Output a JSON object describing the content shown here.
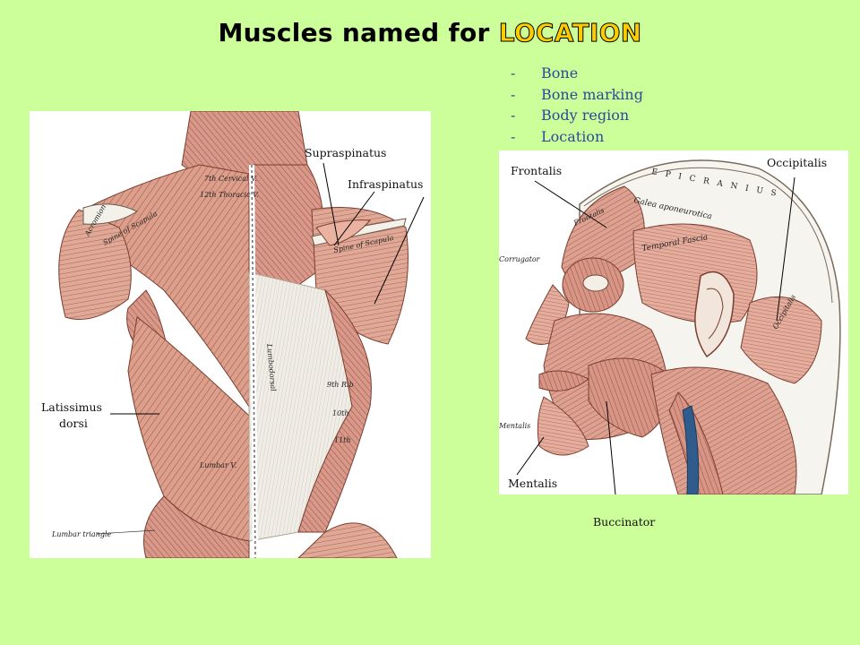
{
  "title": {
    "prefix": "Muscles named for ",
    "highlight": "LOCATION"
  },
  "bullets": [
    {
      "dash": "-",
      "text": "Bone"
    },
    {
      "dash": "-",
      "text": "Bone marking"
    },
    {
      "dash": "-",
      "text": "Body region"
    },
    {
      "dash": "-",
      "text": "Location"
    }
  ],
  "back_figure": {
    "labels": {
      "supraspinatus": "Supraspinatus",
      "infraspinatus": "Infraspinatus",
      "latissimus_line1": "Latissimus",
      "latissimus_line2": "dorsi"
    },
    "engraved_text": {
      "acromion": "Acromion",
      "spine_scapula": "Spine of Scapula",
      "cervical": "7th Cervical V.",
      "thoracic": "12th Thoracic V.",
      "lumbar_v": "Lumbar V.",
      "lumbar_triangle": "Lumbar triangle",
      "lumbodorsal": "Lumbodorsal",
      "rib9": "9th Rib",
      "rib10": "10th",
      "rib11": "11th",
      "spine_scapula_r": "Spine of Scapula"
    }
  },
  "head_figure": {
    "labels": {
      "frontalis": "Frontalis",
      "occipitalis": "Occipitalis",
      "mentalis": "Mentalis",
      "buccinator": "Buccinator"
    },
    "engraved_text": {
      "epicranius": "E P I C R A N I U S",
      "galea": "Galea aponeurotica",
      "temporal_fascia": "Temporal Fascia",
      "corrugator": "Corrugator",
      "mentalis_small": "Mentalis",
      "occipitalis_small": "Occipitalis",
      "frontalis_small": "Frontalis"
    }
  },
  "colors": {
    "background": "#ccff99",
    "title_highlight": "#ffcc00",
    "bullet_text": "#2a4a99",
    "muscle": "#d89a88",
    "muscle_dark": "#a85c4a"
  }
}
